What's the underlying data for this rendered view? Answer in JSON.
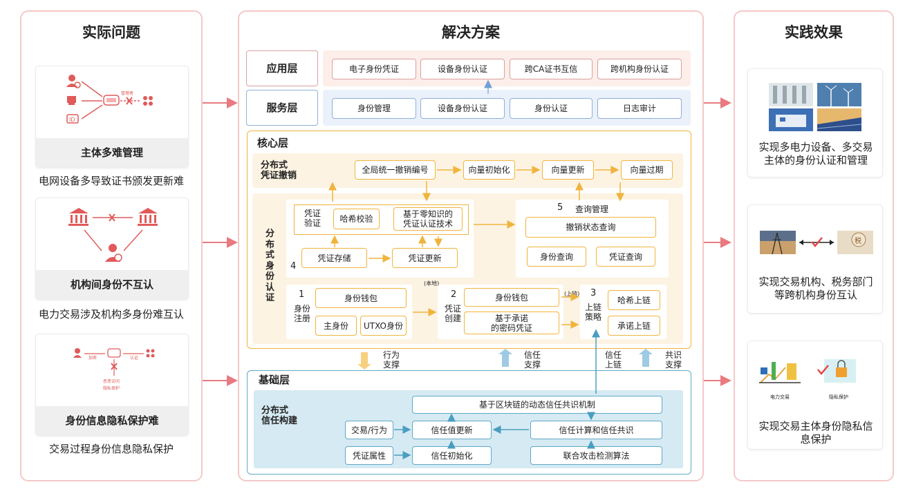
{
  "left": {
    "title": "实际问题",
    "cards": [
      {
        "label": "主体多难管理",
        "caption": "电网设备多导致证书颁发更新难",
        "icons": [
          "user-shield-icon",
          "device-icon",
          "id-card-icon",
          "cloud-server-icon",
          "cross-icon",
          "node-grid-icon"
        ],
        "mini_text": "管理者"
      },
      {
        "label": "机构间身份不互认",
        "caption": "电力交易涉及机构多身份难互认",
        "icons": [
          "bank-icon",
          "cross-icon",
          "bank-icon",
          "user-shield-icon"
        ]
      },
      {
        "label": "身份信息隐私保护难",
        "caption": "交易过程身份信息隐私保护",
        "icons": [
          "user-shield-icon",
          "cloud-server-icon",
          "node-grid-icon",
          "cross-icon"
        ],
        "mini_texts": [
          "加密",
          "认证",
          "恶意访问",
          "隐私保护"
        ]
      }
    ]
  },
  "middle": {
    "title": "解决方案",
    "app_layer": {
      "label": "应用层",
      "items": [
        "电子身份凭证",
        "设备身份认证",
        "跨CA证书互信",
        "跨机构身份认证"
      ]
    },
    "service_layer": {
      "label": "服务层",
      "items": [
        "身份管理",
        "设备身份认证",
        "身份认证",
        "日志审计"
      ]
    },
    "core": {
      "label": "核心层",
      "revoke": {
        "label": "分布式\n凭证撤销",
        "items": [
          "全局统一撤销编号",
          "向量初始化",
          "向量更新",
          "向量过期"
        ]
      },
      "auth_label": "分\n布\n式\n身\n份\n认\n证",
      "verify": {
        "num": "4",
        "label": "凭证\n验证",
        "hash": "哈希校验",
        "zk": "基于零知识的\n凭证认证技术",
        "store": "凭证存储",
        "update": "凭证更新"
      },
      "query": {
        "num": "5",
        "label": "查询管理",
        "revoke_query": "撤销状态查询",
        "id_query": "身份查询",
        "cred_query": "凭证查询"
      },
      "register": {
        "num": "1",
        "label": "身份\n注册",
        "wallet": "身份钱包",
        "main": "主身份",
        "utxo": "UTXO身份"
      },
      "local_tag": "(本地)",
      "create": {
        "num": "2",
        "label": "凭证\n创建",
        "wallet": "身份钱包",
        "commit": "基于承诺\n的密码凭证"
      },
      "chain_tag": "(上链)",
      "onchain": {
        "num": "3",
        "label": "上链\n策略",
        "hash": "哈希上链",
        "commit": "承诺上链"
      }
    },
    "supports": [
      "行为\n支撑",
      "信任\n支撑",
      "信任\n上链",
      "共识\n支撑"
    ],
    "base": {
      "label": "基础层",
      "sub_label": "分布式\n信任构建",
      "consensus": "基于区块链的动态信任共识机制",
      "trade": "交易/行为",
      "trust_update": "信任值更新",
      "trust_calc": "信任计算和信任共识",
      "cred_attr": "凭证属性",
      "trust_init": "信任初始化",
      "attack": "联合攻击检测算法"
    }
  },
  "right": {
    "title": "实践效果",
    "cards": [
      {
        "caption": "实现多电力设备、多交易\n主体的身份认证和管理",
        "icons": [
          "substation-photo",
          "wind-turbine-photo",
          "power-building-photo",
          "solar-panel-photo"
        ]
      },
      {
        "caption": "实现交易机构、税务部门\n等跨机构身份互认",
        "icons": [
          "power-tower-photo",
          "check-link-icon",
          "tax-coin-photo"
        ]
      },
      {
        "caption": "实现交易主体身份隐私信\n息保护",
        "icons": [
          "power-trade-icon",
          "privacy-lock-icon"
        ],
        "mini_texts": [
          "电力交易",
          "隐私保护"
        ]
      }
    ]
  },
  "colors": {
    "red_border": "#f4c8c8",
    "orange": "#f0b43c",
    "blue": "#8fb0d8",
    "teal": "#5fa9c8",
    "app_bg": "#fdeee9",
    "service_bg": "#eaf1fb",
    "core_bg": "#fdf3e3",
    "base_bg": "#d5eaf3",
    "arrow_red": "#e87a80"
  }
}
